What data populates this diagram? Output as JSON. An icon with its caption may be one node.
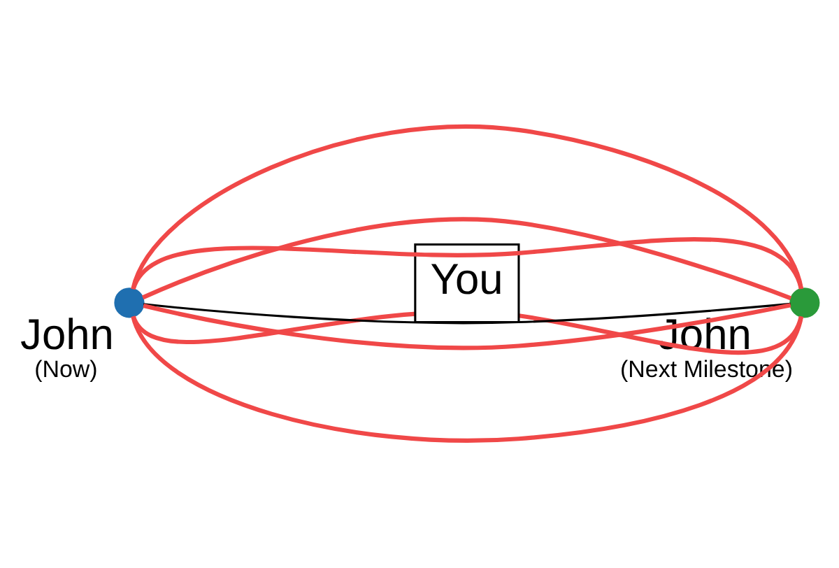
{
  "diagram": {
    "nodes": [
      {
        "text": [],
        "shape": "circle",
        "beside": [
          "John",
          "(Now)"
        ]
      },
      {
        "text": [],
        "shape": "circle",
        "beside": [
          "John",
          "(Next Milestone)"
        ]
      }
    ],
    "edges": [
      {
        "from": 0,
        "to": 1,
        "arrow": "none"
      },
      {
        "from": 0,
        "to": 1,
        "arrow": "none"
      },
      {
        "from": 0,
        "to": 1,
        "arrow": "none"
      },
      {
        "from": 0,
        "to": 1,
        "arrow": "none",
        "label": "You",
        "color": "#000000"
      },
      {
        "from": 0,
        "to": 1,
        "arrow": "none"
      },
      {
        "from": 0,
        "to": 1,
        "arrow": "none"
      },
      {
        "from": 0,
        "to": 1,
        "arrow": "none"
      }
    ]
  }
}
